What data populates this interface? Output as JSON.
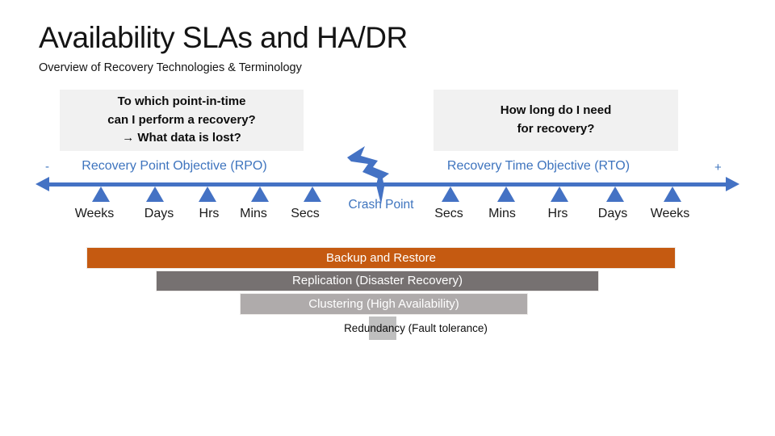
{
  "slide": {
    "title": "Availability SLAs and HA/DR",
    "subtitle": "Overview of Recovery Technologies & Terminology"
  },
  "question_boxes": {
    "left": {
      "line1": "To which point-in-time",
      "line2": "can I perform a recovery?",
      "line3": "→ What data is lost?"
    },
    "right": {
      "line1": "How long do I need",
      "line2": "for recovery?"
    }
  },
  "timeline": {
    "minus_sign": "-",
    "plus_sign": "+",
    "rpo_label": "Recovery Point Objective (RPO)",
    "rto_label": "Recovery Time Objective (RTO)",
    "crash_label": "Crash Point",
    "left_ticks": [
      "Weeks",
      "Days",
      "Hrs",
      "Mins",
      "Secs"
    ],
    "right_ticks": [
      "Secs",
      "Mins",
      "Hrs",
      "Days",
      "Weeks"
    ]
  },
  "bars": [
    {
      "label": "Backup and Restore",
      "color": "#C55A11"
    },
    {
      "label": "Replication (Disaster Recovery)",
      "color": "#767171"
    },
    {
      "label": "Clustering (High Availability)",
      "color": "#AFABAB"
    },
    {
      "label": "Redundancy (Fault tolerance)",
      "color": "#BFBFBF"
    }
  ],
  "colors": {
    "accent_blue": "#4472C4",
    "blue_text": "#3E74BE",
    "question_box_bg": "#F1F1F1"
  }
}
